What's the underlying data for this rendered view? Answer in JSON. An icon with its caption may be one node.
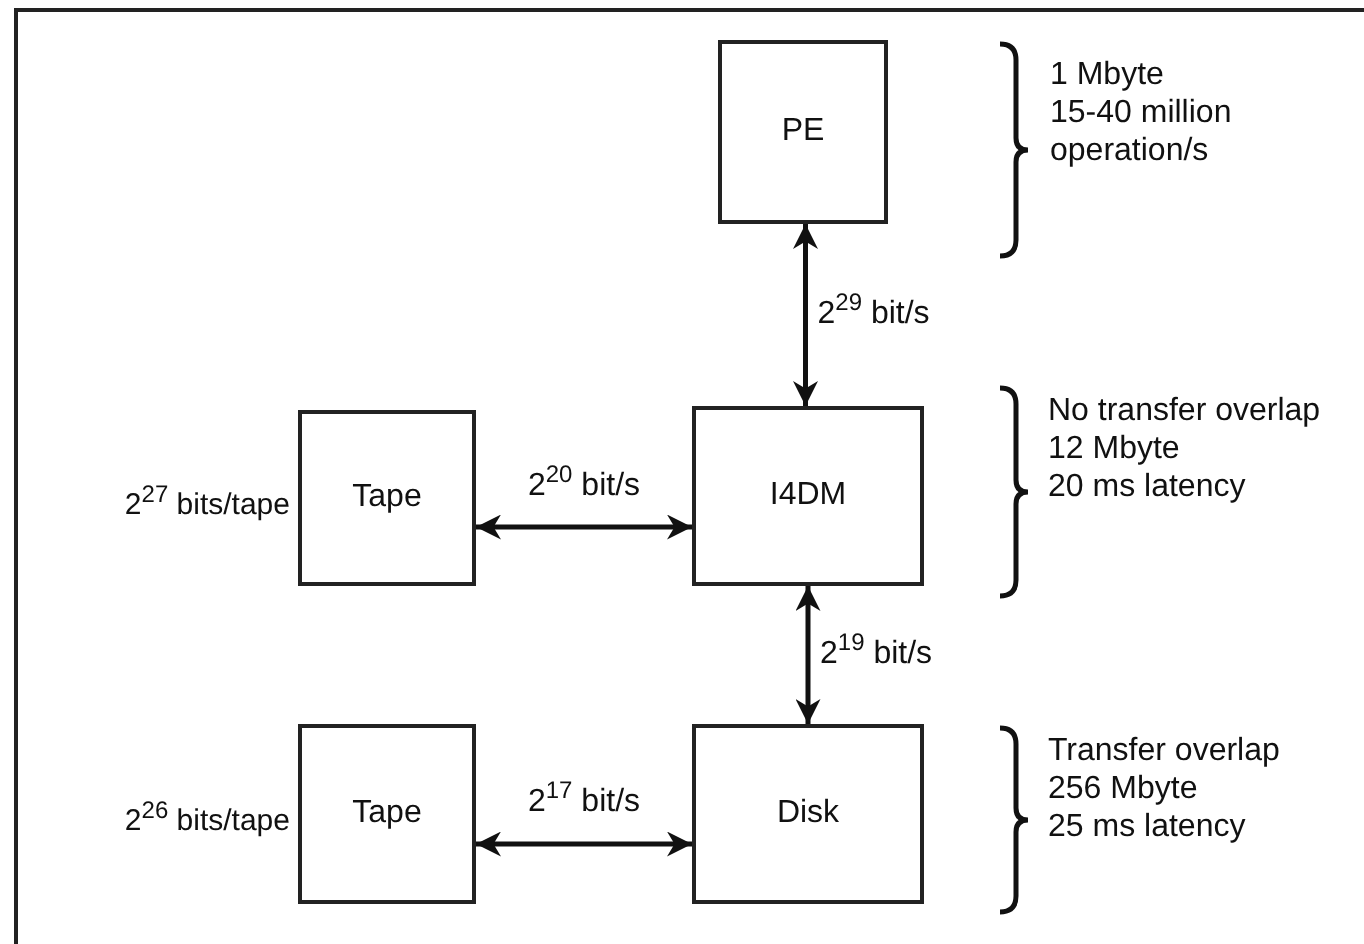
{
  "diagram": {
    "nodes": [
      {
        "text": [
          "PE"
        ],
        "beside": [
          "1 Mbyte",
          "15-40 million operation/s"
        ]
      },
      {
        "text": [
          "Tape"
        ],
        "beside": [
          "2$^{27}$ bits/tape"
        ]
      },
      {
        "text": [
          "I4DM"
        ],
        "beside": [
          "No transfer overlap",
          "12 Mbyte",
          "20 ms latency"
        ]
      },
      {
        "text": [
          "Tape"
        ],
        "beside": [
          "2$^{26}$ bits/tape"
        ]
      },
      {
        "text": [
          "Disk"
        ],
        "beside": [
          "Transfer overlap",
          "256 Mbyte",
          "25 ms latency"
        ]
      }
    ],
    "edges": [
      {
        "from": 2,
        "to": 0,
        "arrow": "both",
        "label": "2$^{29}$ bit/s"
      },
      {
        "from": 1,
        "to": 2,
        "arrow": "both",
        "label": "2$^{20}$ bit/s"
      },
      {
        "from": 2,
        "to": 4,
        "arrow": "both",
        "label": "2$^{19}$ bit/s"
      },
      {
        "from": 3,
        "to": 4,
        "arrow": "both",
        "label": "2$^{17}$ bit/s"
      }
    ]
  }
}
